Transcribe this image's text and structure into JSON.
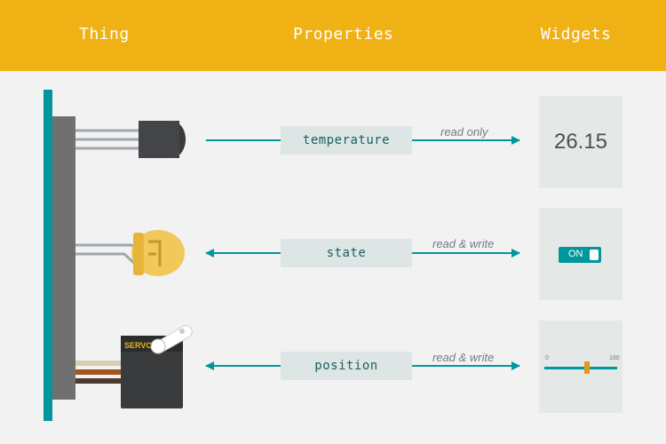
{
  "header": {
    "thing": "Thing",
    "properties": "Properties",
    "widgets": "Widgets"
  },
  "properties": [
    {
      "name": "temperature",
      "access": "read only",
      "direction": "to-widget"
    },
    {
      "name": "state",
      "access": "read & write",
      "direction": "bidirectional"
    },
    {
      "name": "position",
      "access": "read & write",
      "direction": "bidirectional"
    }
  ],
  "widgets": {
    "temperature_value": "26.15",
    "switch_label": "ON",
    "switch_on": true,
    "slider": {
      "min": "0",
      "max": "180",
      "value": 105
    }
  },
  "devices": {
    "servo_label": "SERVO"
  },
  "colors": {
    "header": "#f0b114",
    "accent": "#00979c",
    "property_bg": "#dde6e5",
    "widget_bg": "#e4e9e8",
    "led": "#f1c85a",
    "slider_handle": "#e8971a"
  }
}
